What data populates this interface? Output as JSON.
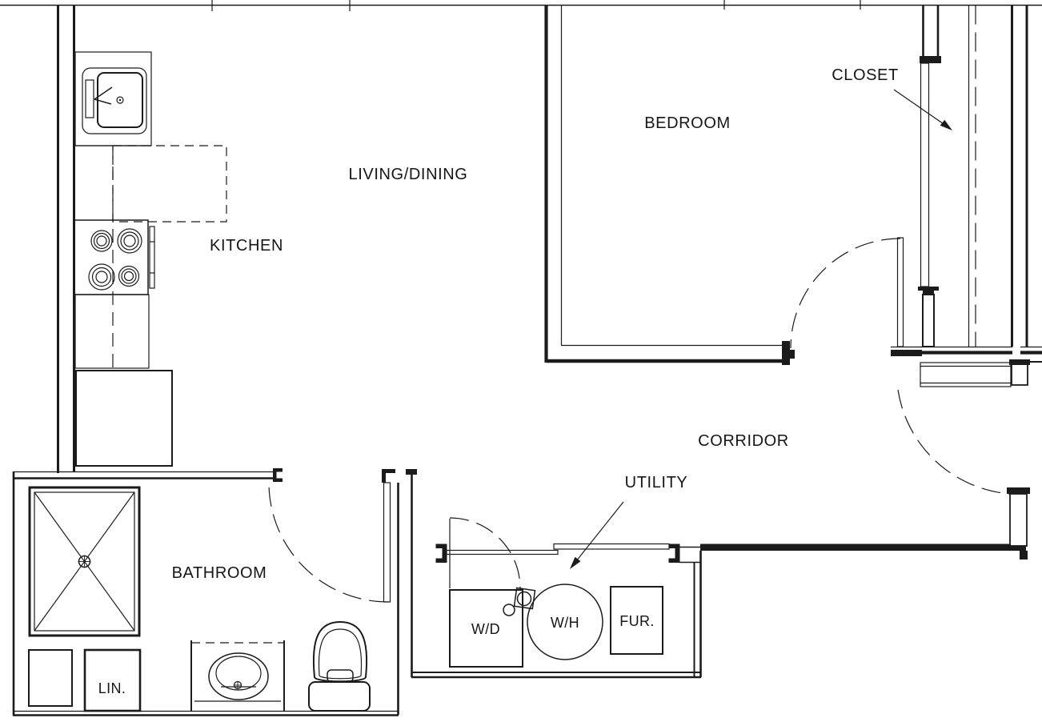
{
  "drawing": {
    "type": "architectural floor plan",
    "colors": {
      "line": "#1b1b1b",
      "background": "#ffffff"
    }
  },
  "rooms": {
    "living_dining": "LIVING/DINING",
    "kitchen": "KITCHEN",
    "bedroom": "BEDROOM",
    "closet": "CLOSET",
    "corridor": "CORRIDOR",
    "utility": "UTILITY",
    "bathroom": "BATHROOM"
  },
  "fixtures": {
    "washer_dryer": "W/D",
    "water_heater": "W/H",
    "furnace": "FUR.",
    "linen": "LIN."
  }
}
